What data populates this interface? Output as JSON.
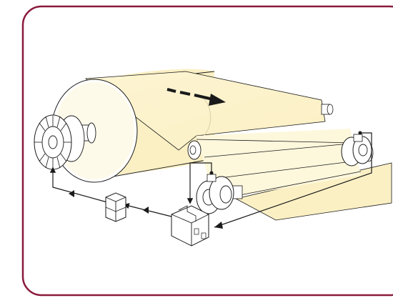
{
  "diagram": {
    "description_free": true,
    "colors": {
      "frame_border": "#8b1a3c",
      "background": "#ffffff",
      "web": "#fbf1c8",
      "web_light": "#fdf7dc",
      "roll_face": "#ffffff",
      "line": "#1a1a1a",
      "arrow": "#1a1a1a"
    },
    "components": [
      {
        "id": "unwind-roll",
        "icon": "paper-roll"
      },
      {
        "id": "unwind-core-flange",
        "icon": "spoked-hub"
      },
      {
        "id": "web-direction-arrow",
        "icon": "dashed-arrow-right"
      },
      {
        "id": "guide-roller",
        "icon": "roller"
      },
      {
        "id": "load-cell-near",
        "icon": "load-cell"
      },
      {
        "id": "load-cell-far",
        "icon": "load-cell"
      },
      {
        "id": "tension-controller",
        "icon": "din-rail-module"
      },
      {
        "id": "brake-amplifier",
        "icon": "small-module"
      }
    ]
  }
}
